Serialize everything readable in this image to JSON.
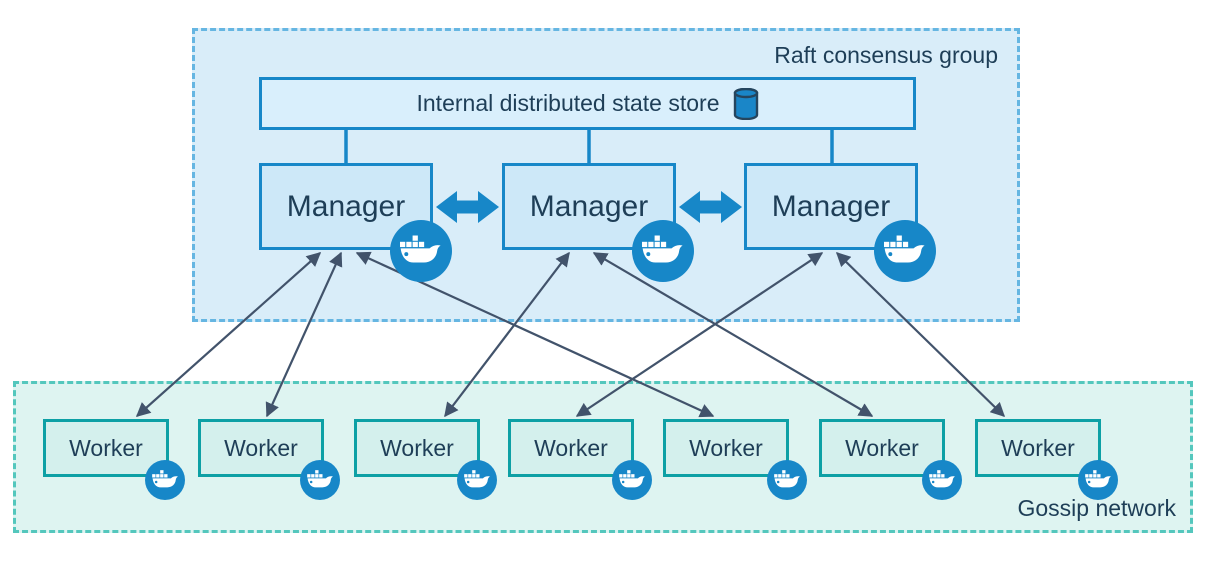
{
  "diagram": {
    "raft_group": {
      "label": "Raft consensus group"
    },
    "gossip_network": {
      "label": "Gossip network"
    },
    "state_store": {
      "label": "Internal distributed state store",
      "icon": "database-icon"
    },
    "managers": [
      {
        "id": "manager-1",
        "label": "Manager",
        "icon": "docker-whale-icon"
      },
      {
        "id": "manager-2",
        "label": "Manager",
        "icon": "docker-whale-icon"
      },
      {
        "id": "manager-3",
        "label": "Manager",
        "icon": "docker-whale-icon"
      }
    ],
    "workers": [
      {
        "id": "worker-1",
        "label": "Worker",
        "icon": "docker-whale-icon"
      },
      {
        "id": "worker-2",
        "label": "Worker",
        "icon": "docker-whale-icon"
      },
      {
        "id": "worker-3",
        "label": "Worker",
        "icon": "docker-whale-icon"
      },
      {
        "id": "worker-4",
        "label": "Worker",
        "icon": "docker-whale-icon"
      },
      {
        "id": "worker-5",
        "label": "Worker",
        "icon": "docker-whale-icon"
      },
      {
        "id": "worker-6",
        "label": "Worker",
        "icon": "docker-whale-icon"
      },
      {
        "id": "worker-7",
        "label": "Worker",
        "icon": "docker-whale-icon"
      }
    ],
    "store_links": [
      {
        "from": "state-store",
        "to": "manager-1"
      },
      {
        "from": "state-store",
        "to": "manager-2"
      },
      {
        "from": "state-store",
        "to": "manager-3"
      }
    ],
    "manager_links": [
      {
        "from": "manager-1",
        "to": "manager-2",
        "type": "bidirectional-thick"
      },
      {
        "from": "manager-2",
        "to": "manager-3",
        "type": "bidirectional-thick"
      }
    ],
    "edges": [
      {
        "from": "manager-1",
        "to": "worker-1",
        "type": "bidirectional"
      },
      {
        "from": "manager-1",
        "to": "worker-2",
        "type": "bidirectional"
      },
      {
        "from": "manager-1",
        "to": "worker-5",
        "type": "bidirectional"
      },
      {
        "from": "manager-2",
        "to": "worker-3",
        "type": "bidirectional"
      },
      {
        "from": "manager-2",
        "to": "worker-6",
        "type": "bidirectional"
      },
      {
        "from": "manager-3",
        "to": "worker-4",
        "type": "bidirectional"
      },
      {
        "from": "manager-3",
        "to": "worker-7",
        "type": "bidirectional"
      }
    ],
    "colors": {
      "blue_accent": "#1787c8",
      "raft_background": "#d9edf9",
      "raft_border": "#66b6e2",
      "manager_fill": "#cde8f8",
      "store_fill": "#d9effc",
      "teal_accent": "#0da0a5",
      "gossip_background": "#def4f1",
      "gossip_border": "#54c7bd",
      "worker_fill": "#d4f0ed",
      "text": "#1e3e57",
      "edge_arrow": "#42536b"
    }
  }
}
